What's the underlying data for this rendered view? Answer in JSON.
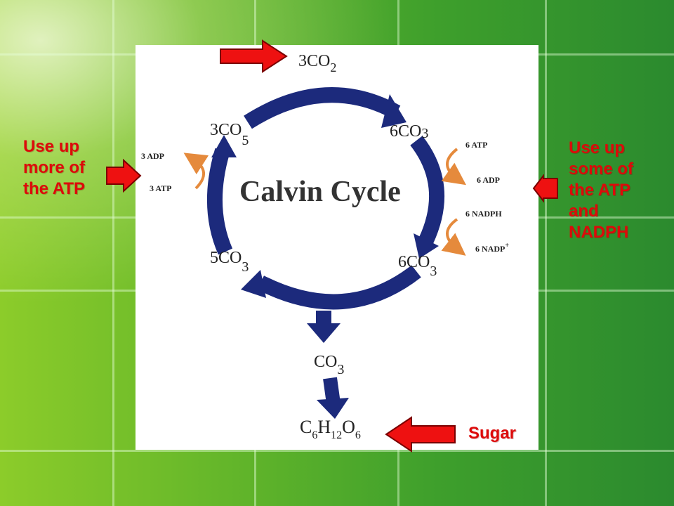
{
  "diagram": {
    "title": "Calvin Cycle",
    "top_molecule": {
      "coef": "3CO",
      "sub": "2"
    },
    "nodes": [
      {
        "id": "top-left",
        "coef": "3CO",
        "sub": "5"
      },
      {
        "id": "top-right",
        "coef": "6CO",
        "sub": "3"
      },
      {
        "id": "bottom-right",
        "coef": "6CO",
        "sub": "3"
      },
      {
        "id": "bottom-left",
        "coef": "5CO",
        "sub": "3"
      },
      {
        "id": "output",
        "coef": "CO",
        "sub": "3"
      }
    ],
    "sugar_formula": [
      "C",
      "6",
      "H",
      "12",
      "O",
      "6"
    ],
    "left_energy": {
      "in": "3 ATP",
      "out": "3 ADP"
    },
    "right_energy_1": {
      "in": "6 ATP",
      "out": "6 ADP"
    },
    "right_energy_2": {
      "in": "6 NADPH",
      "out": "6 NADP",
      "out_sup": "+"
    }
  },
  "notes": {
    "left": "Use up\nmore of\nthe ATP",
    "right": "Use up\nsome of\nthe ATP\nand\nNADPH",
    "sugar": "Sugar"
  },
  "colors": {
    "cycle_arrow": "#1c2a7c",
    "small_arrow": "#e58a3c",
    "pointer_red": "#ee1111",
    "note_text": "#dd0a0a"
  }
}
